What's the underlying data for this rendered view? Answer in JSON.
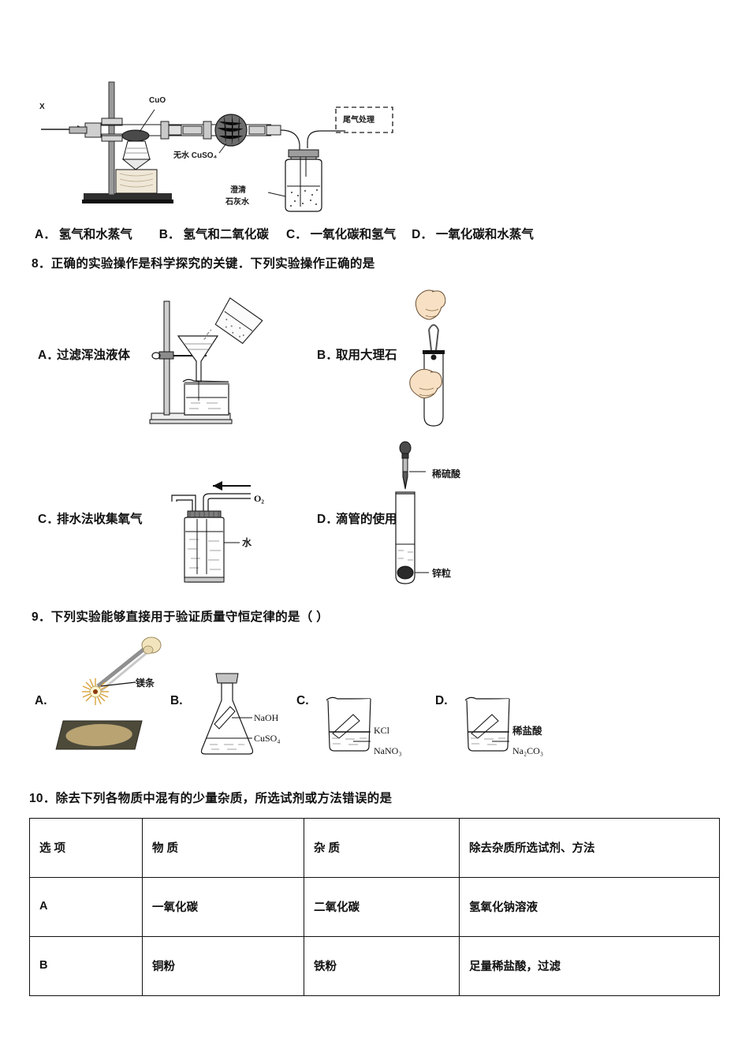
{
  "document": {
    "type": "chemistry-exam-page",
    "language": "zh-CN"
  },
  "q7": {
    "figure": {
      "name": "gas-analysis-apparatus",
      "labels": {
        "inlet": "X",
        "tube_solid": "CuO",
        "drying_agent": "无水 CuSO₄",
        "bottle_liquid_line1": "澄清",
        "bottle_liquid_line2": "石灰水",
        "exhaust_box": "尾气处理"
      }
    },
    "options": [
      {
        "key": "A．",
        "text": "氢气和水蒸气"
      },
      {
        "key": "B．",
        "text": "氢气和二氧化碳"
      },
      {
        "key": "C．",
        "text": "一氧化碳和氢气"
      },
      {
        "key": "D．",
        "text": "一氧化碳和水蒸气"
      }
    ]
  },
  "q8": {
    "number": "8．",
    "stem": "正确的实验操作是科学探究的关键．下列实验操作正确的是",
    "options": [
      {
        "key": "A．",
        "text": "过滤浑浊液体",
        "figure": "filtration-setup"
      },
      {
        "key": "B．",
        "text": "取用大理石",
        "figure": "tweezers-test-tube"
      },
      {
        "key": "C．",
        "text": "排水法收集氧气",
        "figure": "gas-washing-bottle",
        "figure_labels": {
          "gas": "O₂",
          "liquid": "水"
        }
      },
      {
        "key": "D．",
        "text": "滴管的使用",
        "figure": "dropper-test-tube",
        "figure_labels": {
          "dropper": "稀硫酸",
          "solid": "锌粒"
        }
      }
    ]
  },
  "q9": {
    "number": "9．",
    "stem": "下列实验能够直接用于验证质量守恒定律的是（    ）",
    "options": [
      {
        "key": "A.",
        "figure": "burning-magnesium",
        "figure_labels": {
          "solid": "镁条"
        }
      },
      {
        "key": "B.",
        "figure": "sealed-conical-flask",
        "figure_labels": {
          "upper": "NaOH",
          "lower": "CuSO₄"
        }
      },
      {
        "key": "C.",
        "figure": "open-beaker",
        "figure_labels": {
          "upper": "KCl",
          "lower": "NaNO₃"
        }
      },
      {
        "key": "D.",
        "figure": "open-beaker",
        "figure_labels": {
          "upper": "稀盐酸",
          "lower": "Na₂CO₃"
        }
      }
    ]
  },
  "q10": {
    "number": "10．",
    "stem": "除去下列各物质中混有的少量杂质，所选试剂或方法错误的是",
    "table": {
      "headers": [
        "选  项",
        "物  质",
        "杂  质",
        "除去杂质所选试剂、方法"
      ],
      "rows": [
        [
          "A",
          "一氧化碳",
          "二氧化碳",
          "氢氧化钠溶液"
        ],
        [
          "B",
          "铜粉",
          "铁粉",
          "足量稀盐酸，过滤"
        ]
      ]
    }
  }
}
